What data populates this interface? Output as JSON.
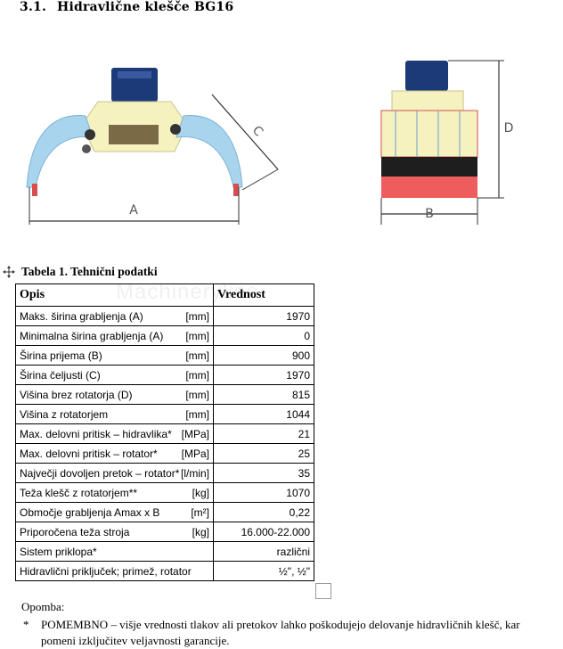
{
  "heading": {
    "number": "3.1.",
    "title": "Hidravlične klešče BG16"
  },
  "figure": {
    "dim_labels": {
      "a": "A",
      "b": "B",
      "c": "C",
      "d": "D"
    },
    "colors": {
      "cap": "#1c3a78",
      "body": "#f6f2c0",
      "jaw": "#a9d4ee",
      "band_dark": "#1e1e1e",
      "band_red": "#ee5d5d",
      "frame": "#d64d4d"
    }
  },
  "table": {
    "caption": "Tabela 1. Tehnični podatki",
    "headers": {
      "desc": "Opis",
      "value": "Vrednost"
    },
    "rows": [
      {
        "desc": "Maks. širina grabljenja (A)",
        "unit": "[mm]",
        "value": "1970"
      },
      {
        "desc": "Minimalna širina grabljenja (A)",
        "unit": "[mm]",
        "value": "0"
      },
      {
        "desc": "Širina prijema (B)",
        "unit": "[mm]",
        "value": "900"
      },
      {
        "desc": "Širina čeljusti (C)",
        "unit": "[mm]",
        "value": "1970"
      },
      {
        "desc": "Višina brez rotatorja (D)",
        "unit": "[mm]",
        "value": "815"
      },
      {
        "desc": "Višina z rotatorjem",
        "unit": "[mm]",
        "value": "1044"
      },
      {
        "desc": "Max. delovni pritisk – hidravlika*",
        "unit": "[MPa]",
        "value": "21"
      },
      {
        "desc": "Max. delovni pritisk – rotator*",
        "unit": "[MPa]",
        "value": "25"
      },
      {
        "desc": "Največji dovoljen pretok – rotator*",
        "unit": "[l/min]",
        "value": "35"
      },
      {
        "desc": "Teža klešč z rotatorjem**",
        "unit": "[kg]",
        "value": "1070"
      },
      {
        "desc": "Območje grabljenja Amax x B",
        "unit": "[m²]",
        "value": "0,22"
      },
      {
        "desc": "Priporočena teža stroja",
        "unit": "[kg]",
        "value": "16.000-22.000"
      },
      {
        "desc": "Sistem priklopa*",
        "unit": "",
        "value": "različni"
      },
      {
        "desc": "Hidravlični priključek; primež, rotator",
        "unit": "",
        "value": "½\", ½\""
      }
    ]
  },
  "watermark": "Machineryline",
  "note": {
    "title": "Opomba:",
    "star": "*",
    "text_line1": "POMEMBNO – višje vrednosti tlakov ali pretokov lahko poškodujejo delovanje hidravličnih klešč, kar",
    "text_line2": "pomeni izključitev veljavnosti garancije."
  }
}
